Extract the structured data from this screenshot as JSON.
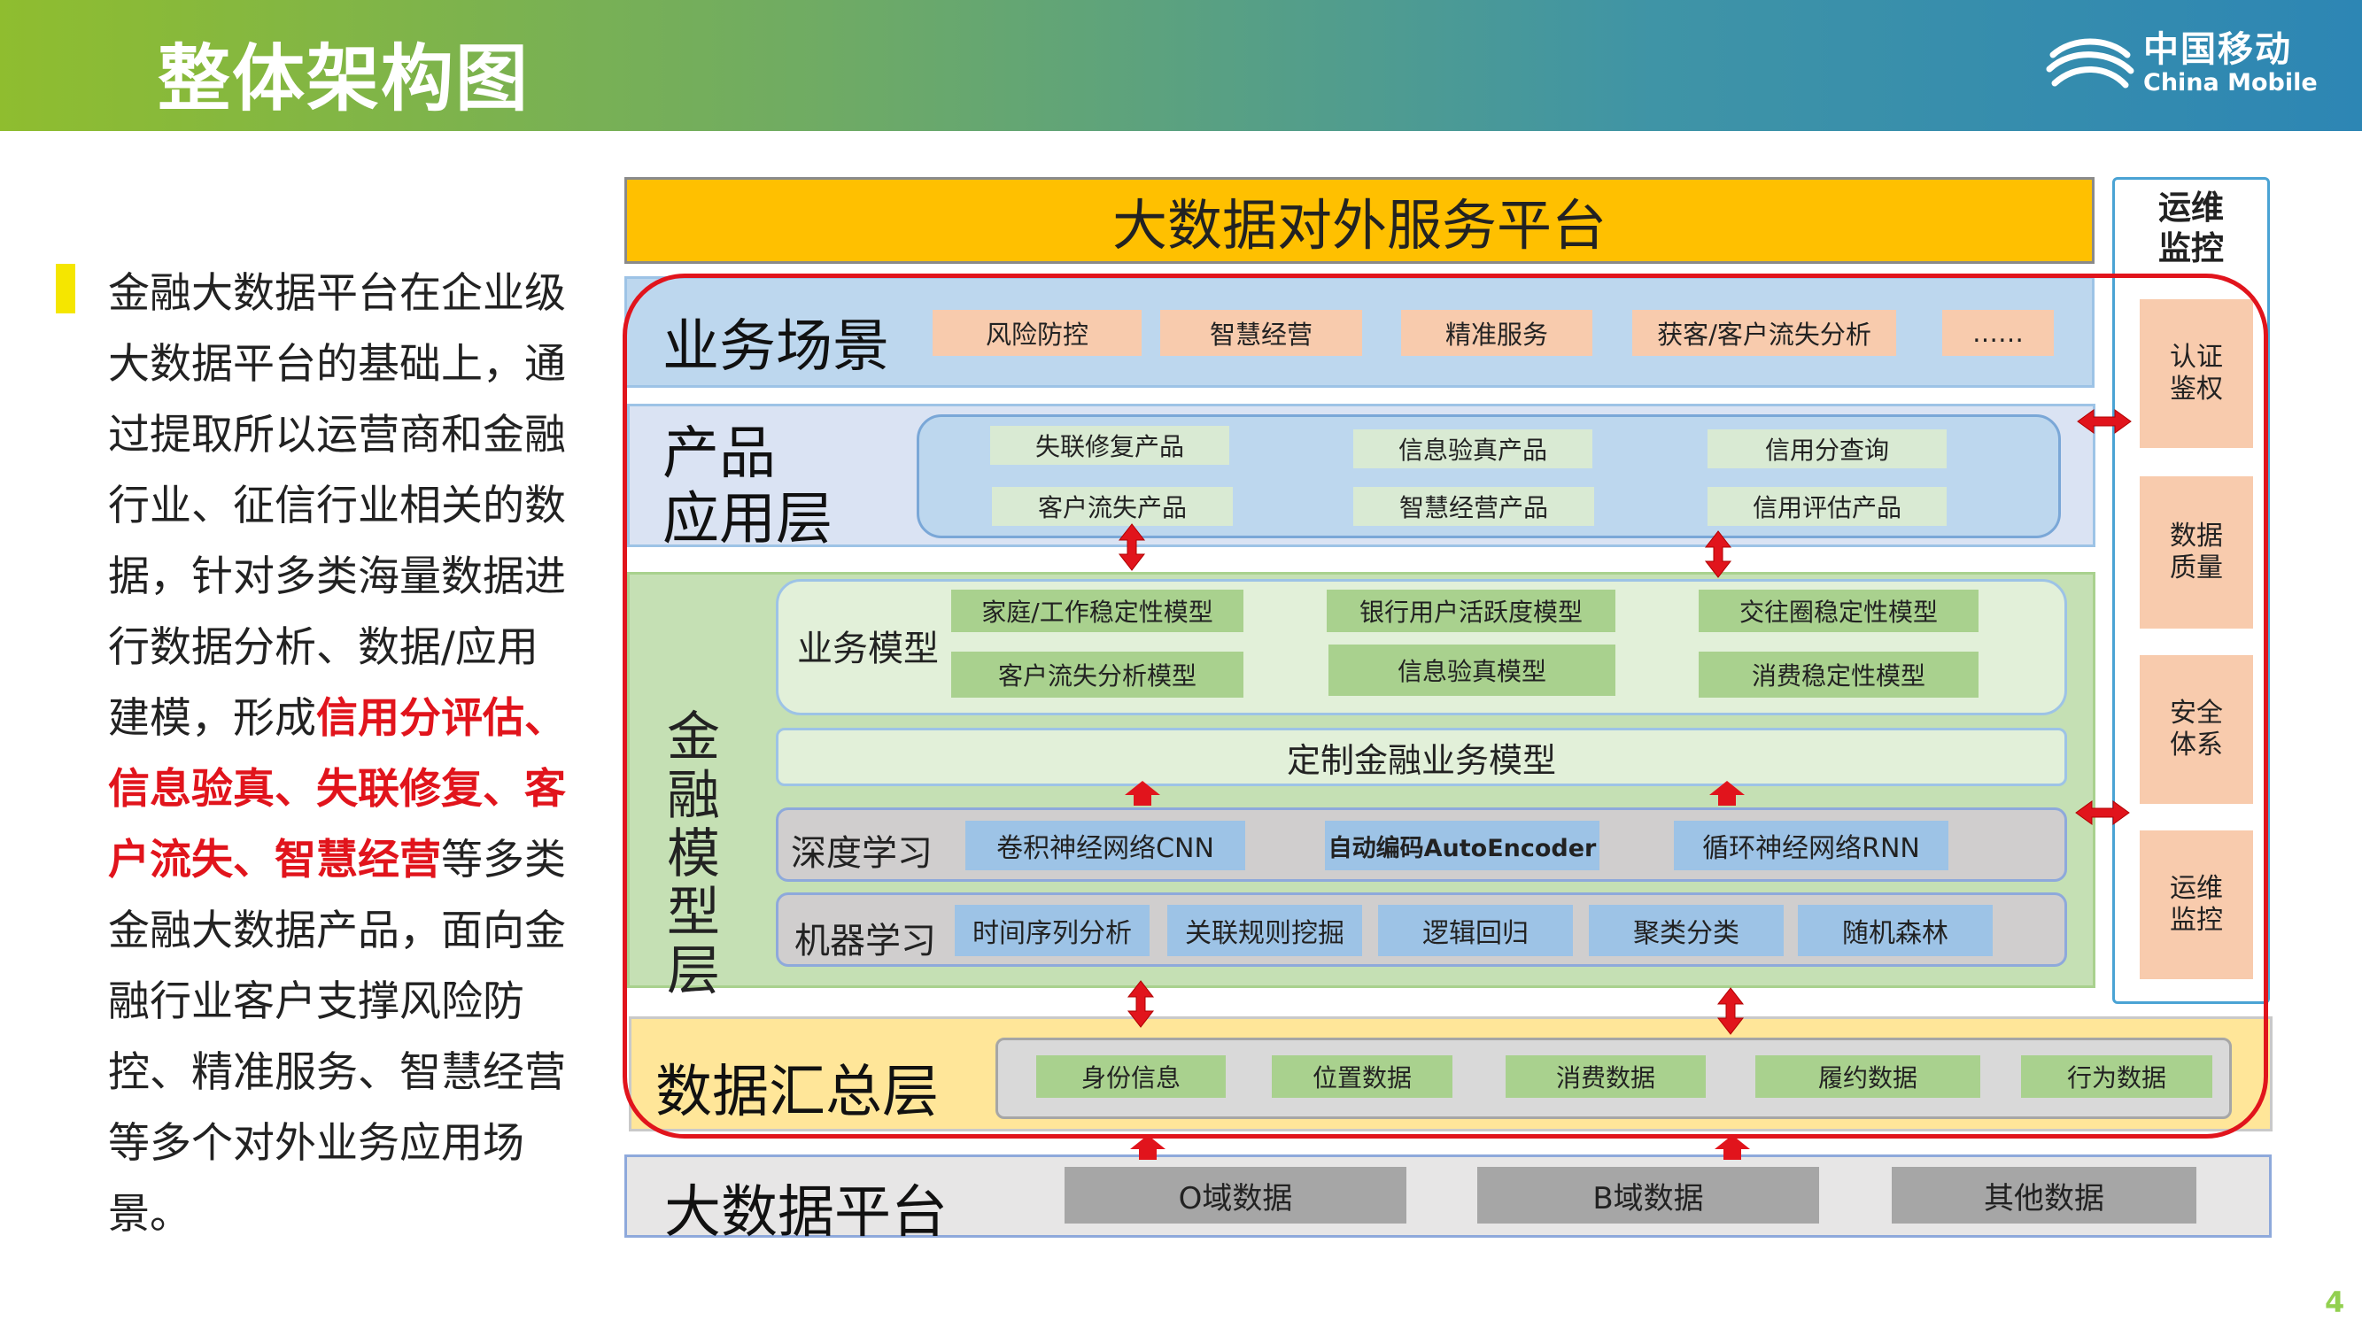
{
  "header": {
    "title": "整体架构图",
    "logo_cn": "中国移动",
    "logo_en": "China Mobile"
  },
  "description": {
    "part1": "金融大数据平台在企业级大数据平台的基础上，通过提取所以运营商和金融行业、征信行业相关的数据，针对多类海量数据进行数据分析、数据/应用建模，形成",
    "highlight": "信用分评估、信息验真、失联修复、客户流失、智慧经营",
    "part2": "等多类金融大数据产品，面向金融行业客户支撑风险防控、精准服务、智慧经营等多个对外业务应用场景。"
  },
  "diagram": {
    "top_platform": "大数据对外服务平台",
    "ops": {
      "title_line1": "运维",
      "title_line2": "监控",
      "items": [
        {
          "line1": "认证",
          "line2": "鉴权"
        },
        {
          "line1": "数据",
          "line2": "质量"
        },
        {
          "line1": "安全",
          "line2": "体系"
        },
        {
          "line1": "运维",
          "line2": "监控"
        }
      ]
    },
    "business_scenarios": {
      "label": "业务场景",
      "items": [
        "风险防控",
        "智慧经营",
        "精准服务",
        "获客/客户流失分析",
        "……"
      ]
    },
    "product_layer": {
      "label_line1": "产品",
      "label_line2": "应用层",
      "items": [
        "失联修复产品",
        "信息验真产品",
        "信用分查询",
        "客户流失产品",
        "智慧经营产品",
        "信用评估产品"
      ]
    },
    "model_layer": {
      "label": [
        "金",
        "融",
        "模",
        "型",
        "层"
      ],
      "business_model_label": "业务模型",
      "business_models": [
        "家庭/工作稳定性模型",
        "银行用户活跃度模型",
        "交往圈稳定性模型",
        "客户流失分析模型",
        "信息验真模型",
        "消费稳定性模型"
      ],
      "custom_model": "定制金融业务模型",
      "deep_learning": {
        "label": "深度学习",
        "items": [
          "卷积神经网络CNN",
          "自动编码AutoEncoder",
          "循环神经网络RNN"
        ]
      },
      "machine_learning": {
        "label": "机器学习",
        "items": [
          "时间序列分析",
          "关联规则挖掘",
          "逻辑回归",
          "聚类分类",
          "随机森林"
        ]
      }
    },
    "data_layer": {
      "label": "数据汇总层",
      "items": [
        "身份信息",
        "位置数据",
        "消费数据",
        "履约数据",
        "行为数据"
      ]
    },
    "big_data_platform": {
      "label": "大数据平台",
      "items": [
        "O域数据",
        "B域数据",
        "其他数据"
      ]
    },
    "colors": {
      "frame_red": "#e1141c",
      "arrow_red": "#e1141c",
      "top_platform_bg": "#ffc000"
    }
  },
  "page_number": "4"
}
